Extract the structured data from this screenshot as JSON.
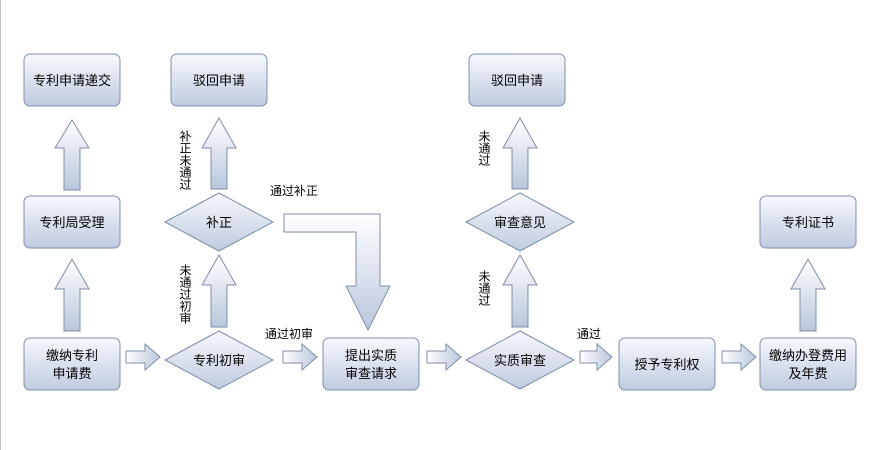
{
  "nodes": {
    "submit": "专利申请递交",
    "accept": "专利局受理",
    "pay_fee": [
      "缴纳专利",
      "申请费"
    ],
    "reject_top": "驳回申请",
    "correct": "补正",
    "prelim": "专利初审",
    "request_exam": [
      "提出实质",
      "审查请求"
    ],
    "reject_top2": "驳回申请",
    "opinion": "审查意见",
    "substantive": "实质审查",
    "grant": "授予专利权",
    "pay_reg": [
      "缴纳办登费用",
      "及年费"
    ],
    "certificate": "专利证书"
  },
  "labels": {
    "fail_correct": "补正未通过",
    "pass_correct": "通过补正",
    "fail_prelim": "未通过初审",
    "pass_prelim": "通过初审",
    "fail_opinion": "未通过",
    "fail_sub": "未通过",
    "pass_sub": "通过"
  }
}
